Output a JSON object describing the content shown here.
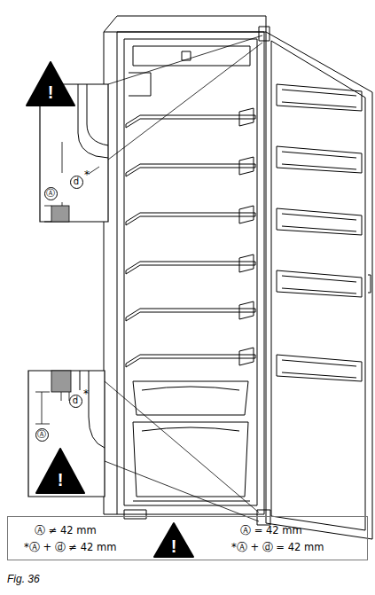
{
  "diagram": {
    "caption": "Fig. 36",
    "nodes": [
      {
        "text": [
          "d"
        ]
      },
      {
        "text": [
          "Ⓐ"
        ]
      },
      {
        "text": [
          "d"
        ]
      },
      {
        "text": [
          "Ⓐ"
        ]
      },
      {
        "text": [
          "Ⓐ ≠ 42 mm",
          "*Ⓐ + ⓓ ≠ 42 mm",
          "Ⓐ = 42 mm",
          "*Ⓐ + ⓓ = 42 mm"
        ]
      }
    ],
    "labels": [
      "!",
      "*",
      "*",
      "!",
      "!"
    ]
  }
}
